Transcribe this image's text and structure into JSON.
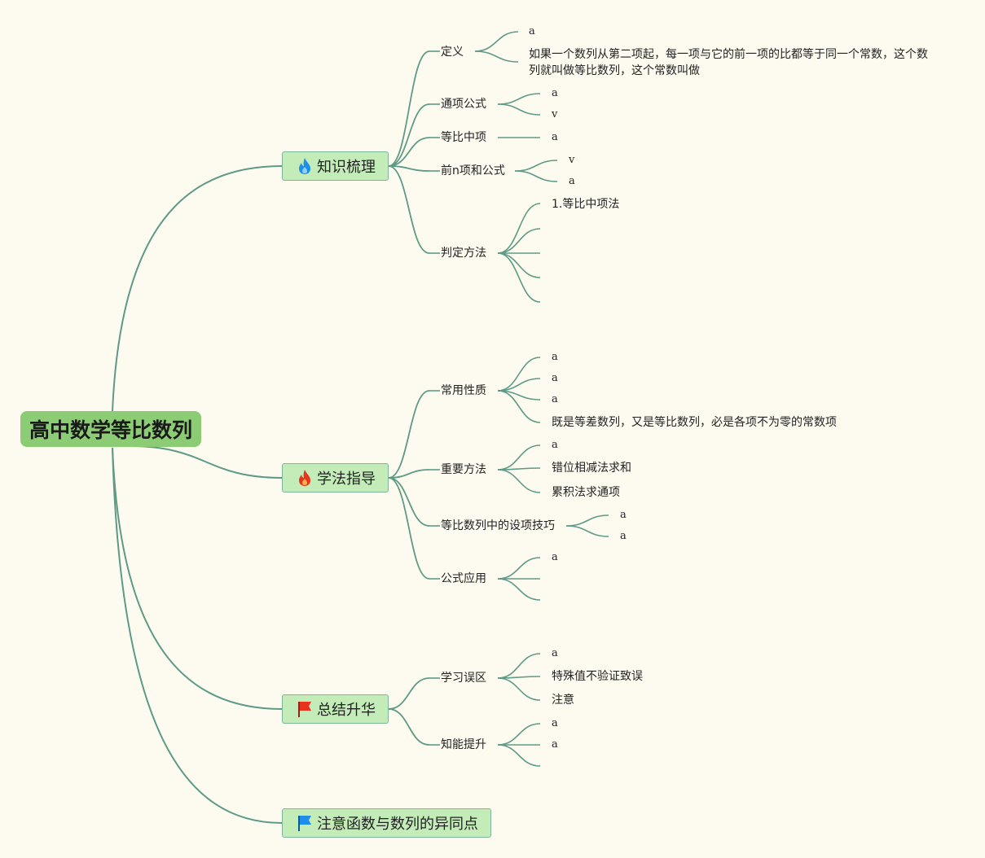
{
  "root": {
    "title": "高中数学等比数列"
  },
  "branches": [
    {
      "label": "知识梳理",
      "icon": "blue-flame-icon",
      "children": [
        {
          "label": "定义",
          "leaves": [
            "a",
            "如果一个数列从第二项起，每一项与它的前一项的比都等于同一个常数，这个数列就叫做等比数列，这个常数叫做"
          ]
        },
        {
          "label": "通项公式",
          "leaves": [
            "a",
            "v"
          ]
        },
        {
          "label": "等比中项",
          "leaves": [
            "a"
          ]
        },
        {
          "label": "前n项和公式",
          "leaves": [
            "v",
            "a"
          ]
        },
        {
          "label": "判定方法",
          "leaves": [
            "1.等比中项法"
          ]
        }
      ]
    },
    {
      "label": "学法指导",
      "icon": "red-flame-icon",
      "children": [
        {
          "label": "常用性质",
          "leaves": [
            "a",
            "a",
            "a",
            "既是等差数列，又是等比数列，必是各项不为零的常数项"
          ]
        },
        {
          "label": "重要方法",
          "leaves": [
            "a",
            "错位相减法求和",
            "累积法求通项"
          ]
        },
        {
          "label": "等比数列中的设项技巧",
          "leaves": [
            "a",
            "a"
          ]
        },
        {
          "label": "公式应用",
          "leaves": [
            "a"
          ]
        }
      ]
    },
    {
      "label": "总结升华",
      "icon": "red-flag-icon",
      "children": [
        {
          "label": "学习误区",
          "leaves": [
            "a",
            "特殊值不验证致误",
            "注意"
          ]
        },
        {
          "label": "知能提升",
          "leaves": [
            "a",
            "a"
          ]
        }
      ]
    },
    {
      "label": "注意函数与数列的异同点",
      "icon": "blue-flag-icon",
      "children": []
    }
  ],
  "colors": {
    "background": "#fdfbf0",
    "root_fill": "#8ccc74",
    "branch_fill": "#c3ecb9",
    "branch_border": "#7db69a",
    "connector": "#5e9a86"
  }
}
